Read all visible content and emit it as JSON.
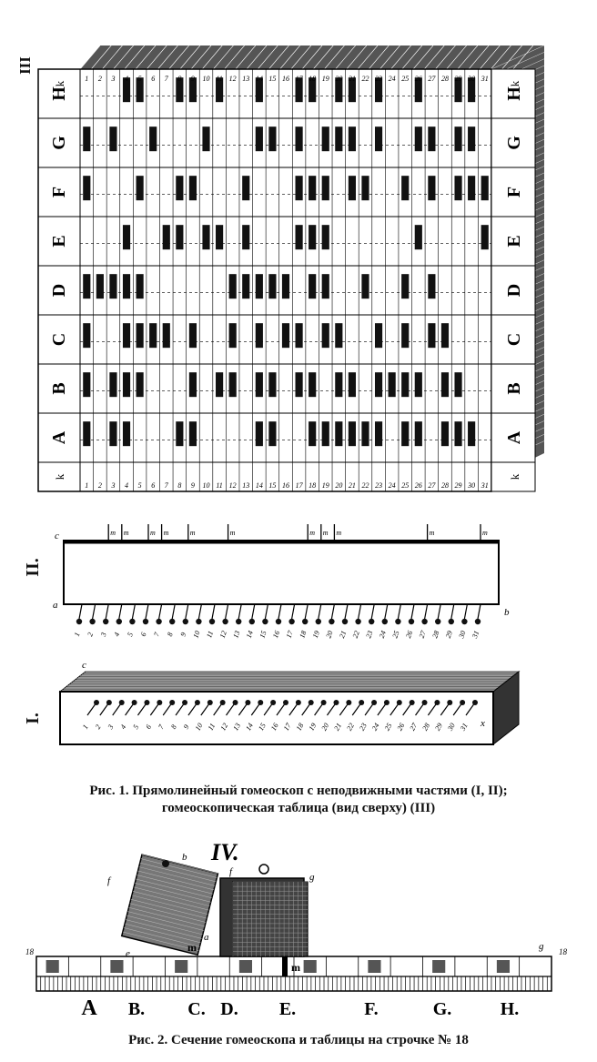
{
  "figure3": {
    "label": "III",
    "row_letters": [
      "H",
      "G",
      "F",
      "E",
      "D",
      "C",
      "B",
      "A"
    ],
    "edge_letter": "k",
    "column_numbers": [
      "1",
      "2",
      "3",
      "4",
      "5",
      "6",
      "7",
      "8",
      "9",
      "10",
      "11",
      "12",
      "13",
      "14",
      "15",
      "16",
      "17",
      "18",
      "19",
      "20",
      "21",
      "22",
      "23",
      "24",
      "25",
      "26",
      "27",
      "28",
      "29",
      "30",
      "31"
    ],
    "marks": {
      "H": [
        4,
        5,
        8,
        9,
        11,
        14,
        17,
        18,
        20,
        21,
        23,
        26,
        29,
        30
      ],
      "G": [
        1,
        3,
        6,
        10,
        14,
        15,
        17,
        19,
        20,
        21,
        23,
        26,
        27,
        29,
        30
      ],
      "F": [
        1,
        5,
        8,
        9,
        13,
        17,
        18,
        19,
        21,
        22,
        25,
        27,
        29,
        30,
        31
      ],
      "E": [
        4,
        7,
        8,
        10,
        11,
        13,
        17,
        18,
        19,
        26,
        31
      ],
      "D": [
        1,
        2,
        3,
        4,
        5,
        12,
        13,
        14,
        15,
        16,
        18,
        19,
        22,
        25,
        27
      ],
      "C": [
        1,
        4,
        5,
        6,
        7,
        9,
        12,
        14,
        16,
        17,
        19,
        20,
        23,
        25,
        27,
        28
      ],
      "B": [
        1,
        3,
        4,
        5,
        9,
        11,
        12,
        14,
        15,
        17,
        18,
        20,
        21,
        23,
        24,
        25,
        26,
        28,
        29
      ],
      "A": [
        1,
        3,
        4,
        8,
        9,
        14,
        15,
        18,
        19,
        20,
        21,
        22,
        23,
        25,
        26,
        28,
        29,
        30
      ]
    }
  },
  "figure2": {
    "label": "II.",
    "corner_c": "c",
    "corner_b": "b",
    "corner_a": "a",
    "top_mark": "m",
    "top_pins": [
      3,
      4,
      6,
      7,
      9,
      12,
      18,
      19,
      20,
      27,
      31
    ],
    "bottom_pins": [
      "1",
      "2",
      "3",
      "4",
      "5",
      "6",
      "7",
      "8",
      "9",
      "10",
      "11",
      "12",
      "13",
      "14",
      "15",
      "16",
      "17",
      "18",
      "19",
      "20",
      "21",
      "22",
      "23",
      "24",
      "25",
      "26",
      "27",
      "28",
      "29",
      "30",
      "31"
    ]
  },
  "figure1": {
    "label": "I.",
    "corner_c": "c",
    "corner_x": "x",
    "pins": [
      "1",
      "2",
      "3",
      "4",
      "5",
      "6",
      "7",
      "8",
      "9",
      "10",
      "11",
      "12",
      "13",
      "14",
      "15",
      "16",
      "17",
      "18",
      "19",
      "20",
      "21",
      "22",
      "23",
      "24",
      "25",
      "26",
      "27",
      "28",
      "29",
      "30",
      "31"
    ]
  },
  "caption1": {
    "line1": "Рис. 1. Прямолинейный гомеоскоп с неподвижными частями (I, II);",
    "line2": "гомеоскопическая таблица (вид сверху) (III)"
  },
  "figure4": {
    "label": "IV.",
    "row_number_left": "18",
    "row_number_right": "18",
    "letters": [
      "A",
      "B.",
      "C.",
      "D.",
      "E.",
      "F.",
      "G.",
      "H."
    ],
    "mark_m": "m",
    "mark_f": "f",
    "mark_b": "b",
    "mark_e": "e",
    "mark_a": "a",
    "mark_g": "g"
  },
  "caption2": {
    "line1": "Рис. 2. Сечение гомеоскопа и таблицы на строчке № 18"
  }
}
